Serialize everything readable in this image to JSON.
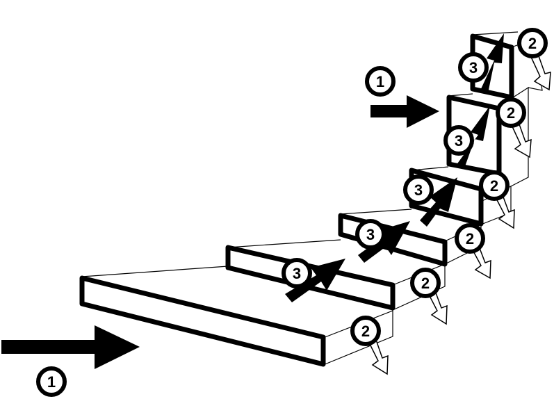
{
  "diagram": {
    "title": "",
    "colors": {
      "stroke": "#000000",
      "fill": "#ffffff",
      "arrow": "#000000"
    },
    "callouts": {
      "label_1": "1",
      "label_2": "2",
      "label_3": "3"
    },
    "steps": [
      {
        "id": "step-1",
        "label_2": "2",
        "label_3": "3"
      },
      {
        "id": "step-2",
        "label_2": "2",
        "label_3": "3"
      },
      {
        "id": "step-3",
        "label_2": "2",
        "label_3": "3"
      },
      {
        "id": "step-4",
        "label_2": "2",
        "label_3": "3"
      },
      {
        "id": "step-5",
        "label_2": "2",
        "label_3": "3"
      },
      {
        "id": "step-6",
        "label_2": "2"
      }
    ],
    "entry_arrows": [
      {
        "id": "entry-bottom",
        "label": "1"
      },
      {
        "id": "entry-top",
        "label": "1"
      }
    ]
  }
}
